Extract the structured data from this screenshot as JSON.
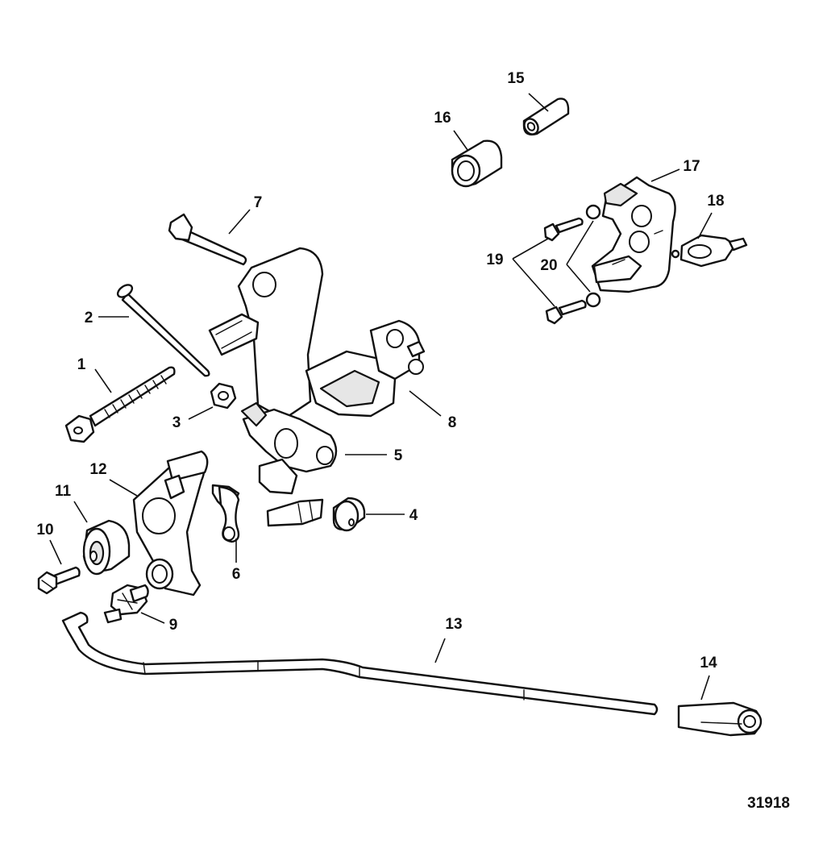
{
  "diagram": {
    "callouts": [
      {
        "id": "c1",
        "label": "1"
      },
      {
        "id": "c2",
        "label": "2"
      },
      {
        "id": "c3",
        "label": "3"
      },
      {
        "id": "c4",
        "label": "4"
      },
      {
        "id": "c5",
        "label": "5"
      },
      {
        "id": "c6",
        "label": "6"
      },
      {
        "id": "c7",
        "label": "7"
      },
      {
        "id": "c8",
        "label": "8"
      },
      {
        "id": "c9",
        "label": "9"
      },
      {
        "id": "c10",
        "label": "10"
      },
      {
        "id": "c11",
        "label": "11"
      },
      {
        "id": "c12",
        "label": "12"
      },
      {
        "id": "c13",
        "label": "13"
      },
      {
        "id": "c14",
        "label": "14"
      },
      {
        "id": "c15",
        "label": "15"
      },
      {
        "id": "c16",
        "label": "16"
      },
      {
        "id": "c17",
        "label": "17"
      },
      {
        "id": "c18",
        "label": "18"
      },
      {
        "id": "c19",
        "label": "19"
      },
      {
        "id": "c20",
        "label": "20"
      }
    ],
    "figure_id": "31918"
  }
}
